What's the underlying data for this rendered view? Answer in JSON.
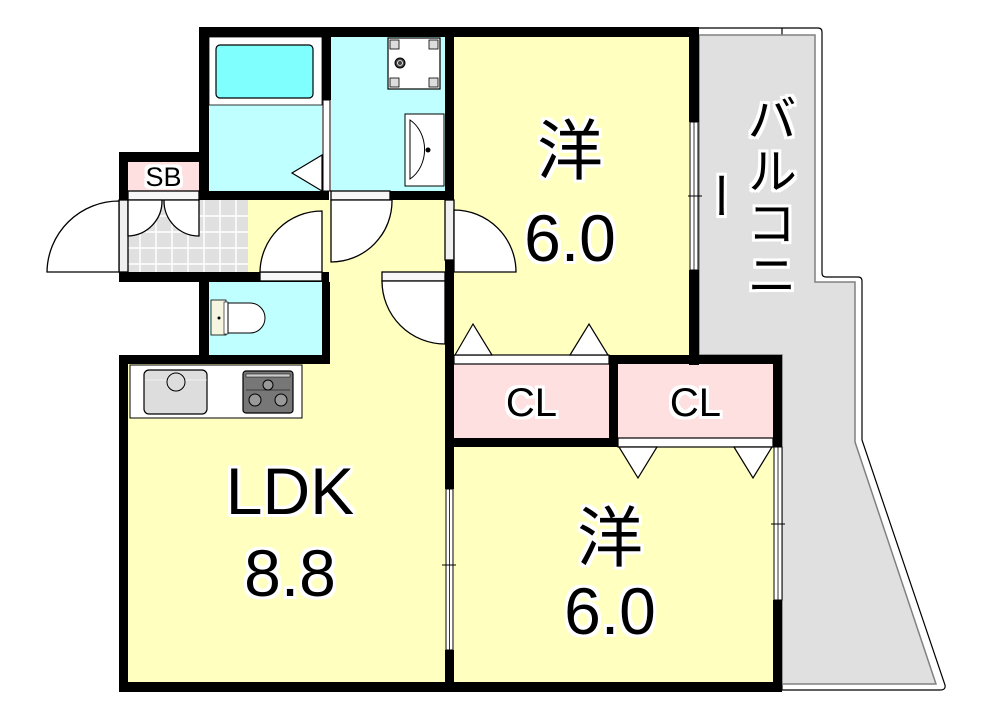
{
  "floorplan": {
    "rooms": {
      "bedroom_north": {
        "name": "洋",
        "size": "6.0"
      },
      "bedroom_south": {
        "name": "洋",
        "size": "6.0"
      },
      "ldk": {
        "name": "LDK",
        "size": "8.8"
      },
      "closet_north": {
        "name": "CL"
      },
      "closet_south": {
        "name": "CL"
      },
      "shoe_box": {
        "name": "SB"
      },
      "balcony": {
        "name": "バルコニー"
      }
    },
    "colors": {
      "wall": "#000000",
      "room_fill": "#ffffc0",
      "wet_area_fill": "#c0ffff",
      "bathtub_fill": "#80ffff",
      "closet_fill": "#ffe0e0",
      "entrance_floor": "#e0e0e0",
      "balcony_fill": "#e0e0e0"
    },
    "fixtures": [
      "bathtub",
      "washing-machine-pan",
      "washbasin",
      "toilet",
      "kitchen-sink",
      "gas-stove"
    ]
  }
}
